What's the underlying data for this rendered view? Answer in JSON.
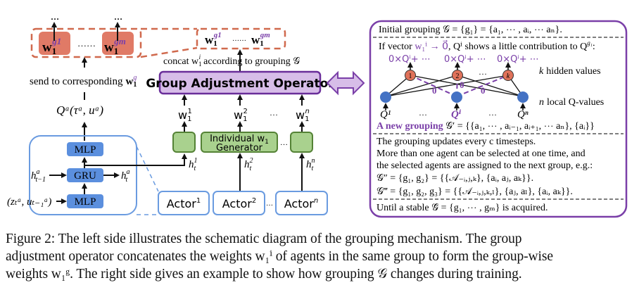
{
  "colors": {
    "orange_fill": "#e07a66",
    "orange_dash": "#d0694d",
    "purple": "#7a3fa8",
    "purple_fill": "#d7bde8",
    "purple_dark": "#6a2e9a",
    "green_fill": "#a9d18e",
    "green_stroke": "#548235",
    "blue_fill": "#5b8fde",
    "blue_stroke": "#6a9be0",
    "node_orange": "#e0725a",
    "node_blue": "#4472c4"
  },
  "left": {
    "group_weights": [
      {
        "base": "w",
        "sub": "1",
        "sup": "g1"
      },
      {
        "base": "w",
        "sub": "1",
        "sup": "gm"
      }
    ],
    "group_dots": "……",
    "top_arrows_label": "…",
    "concat_box": {
      "w1": "w",
      "sub": "1",
      "sup1": "g1",
      "supm": "gm",
      "dots": "……"
    },
    "send_label": "send to corresponding",
    "send_w": {
      "base": "w",
      "sub": "1",
      "sup": "g"
    },
    "q_output": "Qᵃ(τᵃ, uᵃ)",
    "concat_label": "concat w",
    "concat_label_rest": "according to grouping 𝒢",
    "operator_label": "Group Adjustment Operator",
    "w_inputs": [
      {
        "base": "w",
        "sub": "1",
        "sup": "1"
      },
      {
        "base": "w",
        "sub": "1",
        "sup": "2"
      },
      {
        "base": "w",
        "sub": "1",
        "sup": "n"
      }
    ],
    "w_dots": "…",
    "generator_label_line1": "Individual w",
    "generator_label_sub": "1",
    "generator_label_line2": "Generator",
    "generator_dots": "…",
    "hidden_inputs": [
      {
        "base": "h",
        "sub": "t",
        "sup": "1"
      },
      {
        "base": "h",
        "sub": "t",
        "sup": "2"
      },
      {
        "base": "h",
        "sub": "t",
        "sup": "n"
      }
    ],
    "actors": [
      {
        "base": "Actor",
        "sup": "1"
      },
      {
        "base": "Actor",
        "sup": "2"
      },
      {
        "base": "Actor",
        "sup": "n"
      }
    ],
    "actor_dots": "…",
    "network": {
      "mlp_top": "MLP",
      "gru": "GRU",
      "mlp_bottom": "MLP",
      "h_prev": {
        "base": "h",
        "sup": "a",
        "sub": "t−1"
      },
      "h_next": {
        "base": "h",
        "sup": "a",
        "sub": "t"
      },
      "input": "(zₜᵃ, uₜ₋₁ᵃ)"
    }
  },
  "right": {
    "initial": "Initial grouping 𝒢 = {g₁} = {a₁, ⋯ , aᵢ, ⋯ aₙ}.",
    "if_prefix": "If vector",
    "if_vec": "w₁ⁱ → 0⃗",
    "if_suffix": ", Qⁱ shows a little contribution to Q",
    "if_sup": "g₁",
    "if_end": ":",
    "hidden_outputs": [
      "0×Qⁱ+ ⋯",
      "0×Qⁱ+ ⋯",
      "0×Qⁱ+ ⋯"
    ],
    "hidden_nodes": [
      "1",
      "2",
      "k"
    ],
    "hidden_dots": "…",
    "hidden_label": "k hidden values",
    "zero_labels": [
      "0",
      "0",
      "0"
    ],
    "local_nodes": [
      "Q¹",
      "Qⁱ",
      "Qⁿ"
    ],
    "local_dots": [
      "…",
      "…"
    ],
    "local_label": "n local Q-values",
    "new_grouping_bold": "A new grouping",
    "new_grouping_formula": "𝒢′ = {{a₁, ⋯ , aᵢ₋₁, aᵢ₊₁, ⋯ aₙ}, {aᵢ}}",
    "update_line": "The grouping updates every c timesteps.",
    "more_line1": "More than one agent can be selected at one time, and",
    "more_line2": "the selected agents are assigned to the next group, e.g.:",
    "g2": "𝒢″ = {g₁, g₂} = {{𝒜₋ᵢ,ⱼ,ₖ}, {aᵢ, aⱼ, aₖ}}.",
    "g3": "𝒢‴ = {g₁, g₂, g₃} = {{𝒜₋ᵢ,ⱼ,ₖ,ₗ}, {aⱼ, aₗ}, {aᵢ, aₖ}}.",
    "until": "Until a stable 𝒢̄ = {g₁, ⋯ , gₘ} is acquired."
  },
  "caption": {
    "line1": "Figure 2:  The left side illustrates the schematic diagram of the grouping mechanism. The group",
    "line2": "adjustment operator concatenates the weights w₁ⁱ of agents in the same group to form the group-wise",
    "line3": "weights w₁ᵍ. The right side gives an example to show how grouping 𝒢 changes during training."
  }
}
